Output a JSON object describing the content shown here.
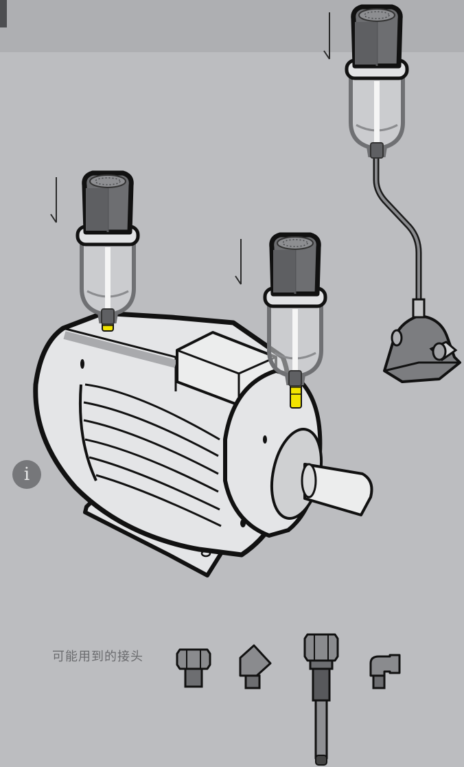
{
  "fittings_caption": "可能用到的接头",
  "info_button": {
    "label": "i",
    "icon": "info-icon"
  },
  "colors": {
    "background": "#bcbdc0",
    "top_band": "#aeafb2",
    "outline": "#111111",
    "motor_body": "#e4e5e7",
    "lubricator_cap": "#6d6e71",
    "fitting_yellow": "#f2e400",
    "bearing_block": "#7c7d80"
  },
  "scene": {
    "lubricators": [
      "lubricator-left",
      "lubricator-middle",
      "lubricator-remote"
    ],
    "fittings": [
      "fitting-straight",
      "fitting-angled",
      "fitting-extension",
      "fitting-elbow"
    ]
  }
}
